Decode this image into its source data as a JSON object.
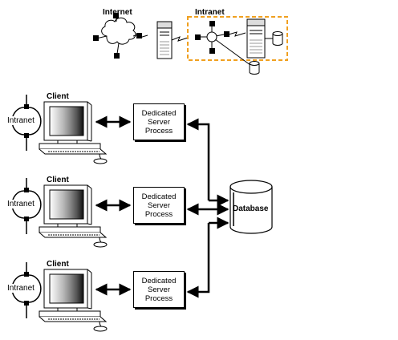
{
  "labels": {
    "internet": "Internet",
    "intranet_top": "Intranet",
    "database": "Database"
  },
  "rows": [
    {
      "client": "Client",
      "intranet": "Intranet",
      "process": [
        "Dedicated",
        "Server",
        "Process"
      ]
    },
    {
      "client": "Client",
      "intranet": "Intranet",
      "process": [
        "Dedicated",
        "Server",
        "Process"
      ]
    },
    {
      "client": "Client",
      "intranet": "Intranet",
      "process": [
        "Dedicated",
        "Server",
        "Process"
      ]
    }
  ],
  "colors": {
    "intranet_border": "#f0a020",
    "stroke": "#000000"
  }
}
